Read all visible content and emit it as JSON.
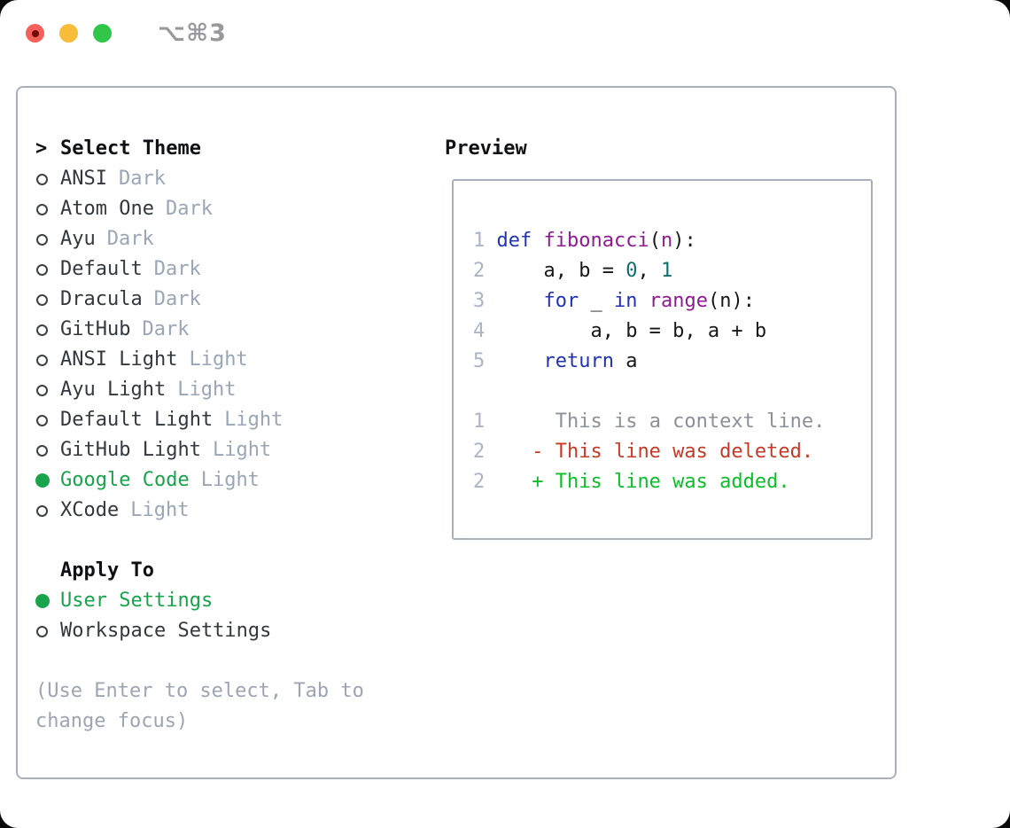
{
  "window": {
    "titlebar_title": "⌥⌘3"
  },
  "colors": {
    "border": "#a9b0bb",
    "item_text": "#33383f",
    "tag_gray": "#9aa6b5",
    "hint_gray": "#9da5b2",
    "selected_green": "#17a44b",
    "added_green": "#0abf28",
    "deleted_red": "#c83a25",
    "context_gray": "#8b9099",
    "keyword_blue": "#2233b0",
    "function_purple": "#8e1b90",
    "number_teal": "#0f6f6f",
    "line_number": "#abb4c4"
  },
  "theme_panel": {
    "header_prefix": ">",
    "header": "Select Theme",
    "items": [
      {
        "name": "ANSI",
        "tag": "Dark",
        "selected": false
      },
      {
        "name": "Atom One",
        "tag": "Dark",
        "selected": false
      },
      {
        "name": "Ayu",
        "tag": "Dark",
        "selected": false
      },
      {
        "name": "Default",
        "tag": "Dark",
        "selected": false
      },
      {
        "name": "Dracula",
        "tag": "Dark",
        "selected": false
      },
      {
        "name": "GitHub",
        "tag": "Dark",
        "selected": false
      },
      {
        "name": "ANSI Light",
        "tag": "Light",
        "selected": false
      },
      {
        "name": "Ayu Light",
        "tag": "Light",
        "selected": false
      },
      {
        "name": "Default Light",
        "tag": "Light",
        "selected": false
      },
      {
        "name": "GitHub Light",
        "tag": "Light",
        "selected": false
      },
      {
        "name": "Google Code",
        "tag": "Light",
        "selected": true
      },
      {
        "name": "XCode",
        "tag": "Light",
        "selected": false
      }
    ],
    "apply_to": {
      "header": "Apply To",
      "options": [
        {
          "label": "User Settings",
          "selected": true
        },
        {
          "label": "Workspace Settings",
          "selected": false
        }
      ]
    },
    "hint": "(Use Enter to select, Tab to change focus)"
  },
  "preview_panel": {
    "header": "Preview",
    "code_lines": [
      [
        {
          "t": "1 ",
          "c": "ln"
        },
        {
          "t": "def",
          "c": "kw"
        },
        {
          "t": " ",
          "c": "pl"
        },
        {
          "t": "fibonacci",
          "c": "fn"
        },
        {
          "t": "(",
          "c": "pl"
        },
        {
          "t": "n",
          "c": "fn"
        },
        {
          "t": "):",
          "c": "pl"
        }
      ],
      [
        {
          "t": "2 ",
          "c": "ln"
        },
        {
          "t": "    a, b = ",
          "c": "pl"
        },
        {
          "t": "0",
          "c": "num"
        },
        {
          "t": ", ",
          "c": "pl"
        },
        {
          "t": "1",
          "c": "num"
        }
      ],
      [
        {
          "t": "3 ",
          "c": "ln"
        },
        {
          "t": "    ",
          "c": "pl"
        },
        {
          "t": "for",
          "c": "kw"
        },
        {
          "t": " _ ",
          "c": "pl"
        },
        {
          "t": "in",
          "c": "kw"
        },
        {
          "t": " ",
          "c": "pl"
        },
        {
          "t": "range",
          "c": "fn"
        },
        {
          "t": "(n):",
          "c": "pl"
        }
      ],
      [
        {
          "t": "4 ",
          "c": "ln"
        },
        {
          "t": "        a, b = b, a + b",
          "c": "pl"
        }
      ],
      [
        {
          "t": "5 ",
          "c": "ln"
        },
        {
          "t": "    ",
          "c": "pl"
        },
        {
          "t": "return",
          "c": "kw"
        },
        {
          "t": " a",
          "c": "pl"
        }
      ],
      [],
      [
        {
          "t": "1",
          "c": "ln"
        },
        {
          "t": "      ",
          "c": "pl"
        },
        {
          "t": "This is a context line.",
          "c": "ctx"
        }
      ],
      [
        {
          "t": "2",
          "c": "ln"
        },
        {
          "t": "    ",
          "c": "pl"
        },
        {
          "t": "- This line was deleted.",
          "c": "del"
        }
      ],
      [
        {
          "t": "2",
          "c": "ln"
        },
        {
          "t": "    ",
          "c": "pl"
        },
        {
          "t": "+ This line was added.",
          "c": "add"
        }
      ]
    ]
  }
}
